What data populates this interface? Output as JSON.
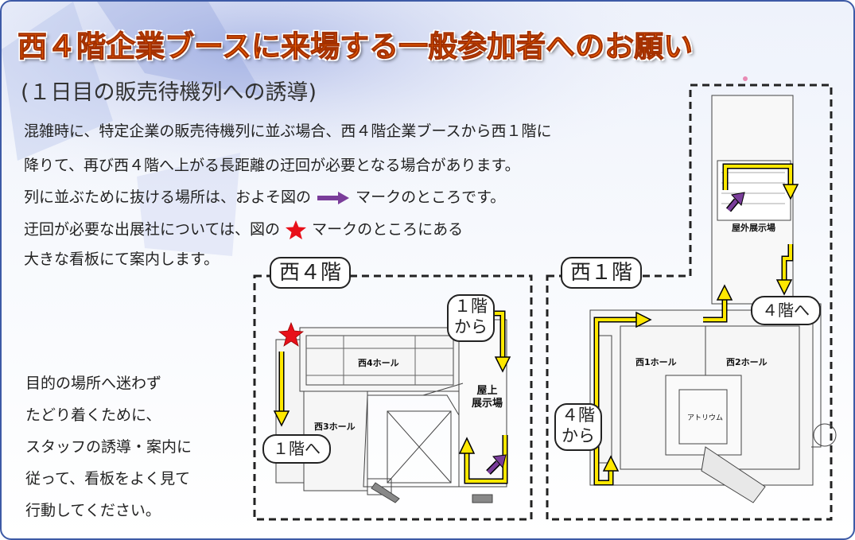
{
  "header": {
    "title": "西４階企業ブースに来場する一般参加者へのお願い",
    "subtitle": "(１日目の販売待機列への誘導)"
  },
  "body": {
    "line1": "混雑時に、特定企業の販売待機列に並ぶ場合、西４階企業ブースから西１階に",
    "line2": "降りて、再び西４階へ上がる長距離の迂回が必要となる場合があります。",
    "line3_before": "列に並ぶために抜ける場所は、およそ図の",
    "line3_after": "マークのところです。",
    "line4_before": "迂回が必要な出展社については、図の",
    "line4_after": "マークのところにある",
    "line5": "大きな看板にて案内します。"
  },
  "left_note": {
    "lines": [
      "目的の場所へ迷わず",
      "たどり着くために、",
      "スタッフの誘導・案内に",
      "従って、看板をよく見て",
      "行動してください。"
    ]
  },
  "map_west4": {
    "floor_label": "西４階",
    "hall_4": "西4ホール",
    "hall_3": "西3ホール",
    "rooftop": [
      "屋上",
      "展示場"
    ],
    "from_1f": [
      "１階",
      "から"
    ],
    "to_1f": "１階へ"
  },
  "map_west1": {
    "floor_label": "西１階",
    "hall_1": "西1ホール",
    "hall_2": "西2ホール",
    "atrium": "アトリウム",
    "outdoor": "屋外展示場",
    "from_4f": [
      "４階",
      "から"
    ],
    "to_4f": "４階へ"
  },
  "colors": {
    "title": "#ff6a00",
    "route_arrow": "#ffe800",
    "exit_arrow": "#7a3d9a",
    "star": "#e8101a",
    "frame": "#3d5aa6"
  }
}
